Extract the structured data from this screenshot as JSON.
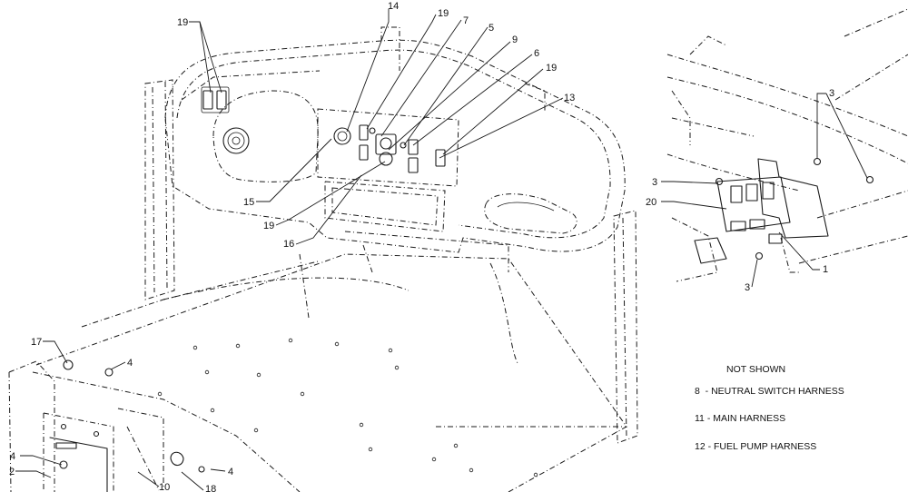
{
  "callouts": {
    "c14": "14",
    "c19a": "19",
    "c7": "7",
    "c5": "5",
    "c9": "9",
    "c6": "6",
    "c19b": "19",
    "c13": "13",
    "c19c": "19",
    "c15": "15",
    "c19d": "19",
    "c16": "16",
    "c17": "17",
    "c4a": "4",
    "c4b": "4",
    "c4c": "4",
    "c2": "2",
    "c10": "10",
    "c18": "18",
    "c3a": "3",
    "c3b": "3",
    "c3c": "3",
    "c20": "20",
    "c1": "1"
  },
  "not_shown": {
    "title": "NOT SHOWN",
    "items": [
      "8  - NEUTRAL SWITCH HARNESS",
      "11 - MAIN HARNESS",
      "12 - FUEL PUMP HARNESS"
    ]
  }
}
